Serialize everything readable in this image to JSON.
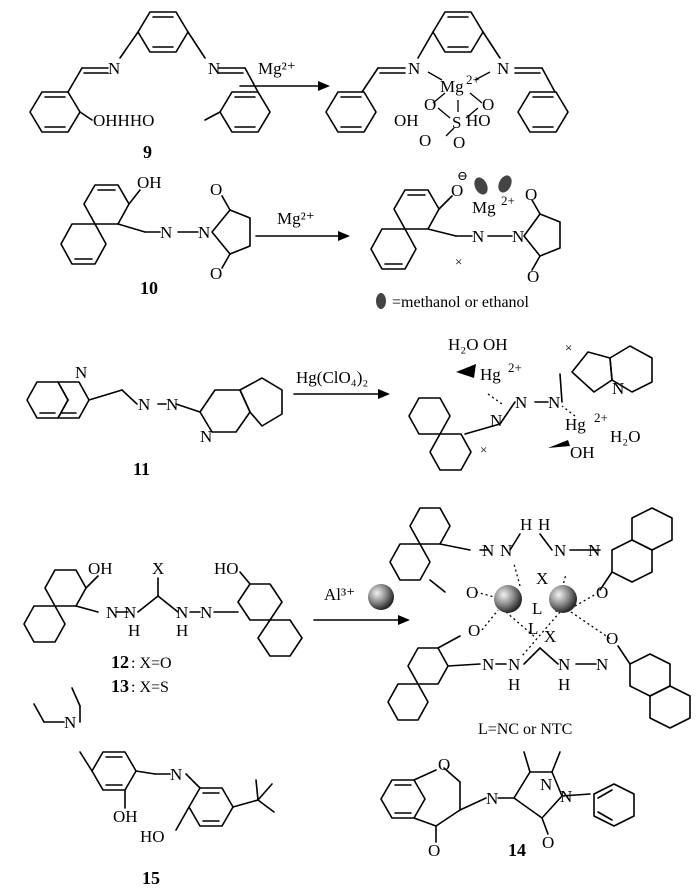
{
  "arrows": {
    "r9": "Mg²⁺",
    "r10": "Mg²⁺",
    "r11": "Hg(ClO₄)₂",
    "r12": "Al³⁺"
  },
  "compound_numbers": {
    "c9": "9",
    "c10": "10",
    "c11": "11",
    "c12": "12",
    "c13": "13",
    "c14": "14",
    "c15": "15"
  },
  "captions": {
    "c12": ": X=O",
    "c13": ": X=S",
    "solvent_legend": "=methanol or ethanol",
    "ligand_legend": "L=NC or NTC"
  },
  "atoms": {
    "N": "N",
    "O": "O",
    "OH": "OH",
    "HO": "HO",
    "H": "H",
    "X": "X",
    "L": "L",
    "S": "S",
    "Mg": "Mg",
    "Hg": "Hg",
    "H2O": "H₂O",
    "cross": "×",
    "ohhho": "OHHHO",
    "charge2": "2+",
    "minus": "⊖"
  }
}
